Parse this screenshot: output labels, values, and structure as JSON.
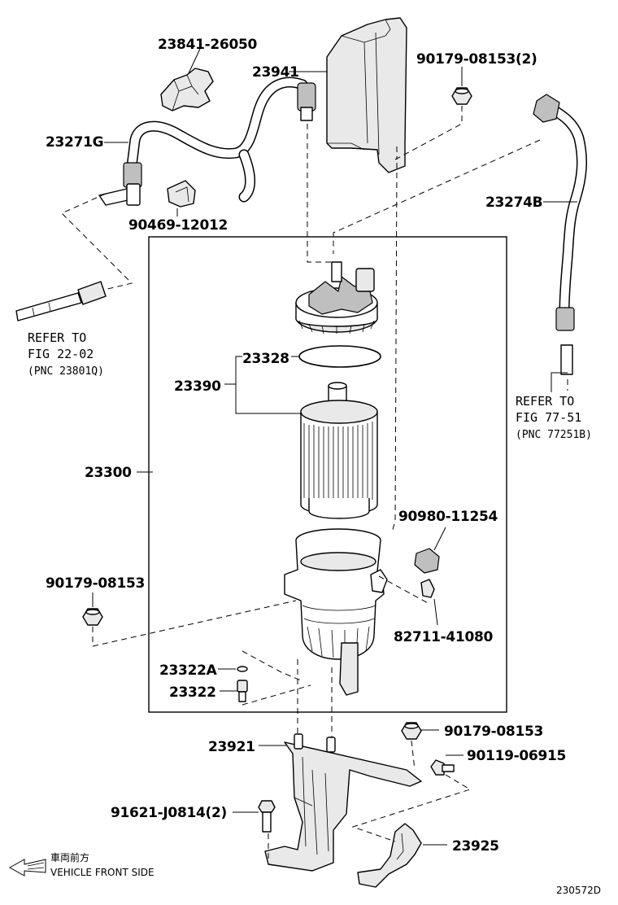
{
  "labels": {
    "p23841": "23841-26050",
    "p23941": "23941",
    "p90179_2": "90179-08153(2)",
    "p23271G": "23271G",
    "p90469": "90469-12012",
    "p23274B": "23274B",
    "p23328": "23328",
    "p23390": "23390",
    "p23300": "23300",
    "p90980": "90980-11254",
    "p90179_left": "90179-08153",
    "p82711": "82711-41080",
    "p23322A": "23322A",
    "p23322": "23322",
    "p23921": "23921",
    "p90179_bottom": "90179-08153",
    "p90119": "90119-06915",
    "p91621": "91621-J0814(2)",
    "p23925": "23925"
  },
  "refer_left": {
    "line1": "REFER TO",
    "line2": "FIG 22-02",
    "line3": "(PNC 23801Q)"
  },
  "refer_right": {
    "line1": "REFER TO",
    "line2": "FIG 77-51",
    "line3": "(PNC 77251B)"
  },
  "direction": {
    "jp": "車両前方",
    "en": "VEHICLE FRONT SIDE"
  },
  "diagram_id": "230572D"
}
